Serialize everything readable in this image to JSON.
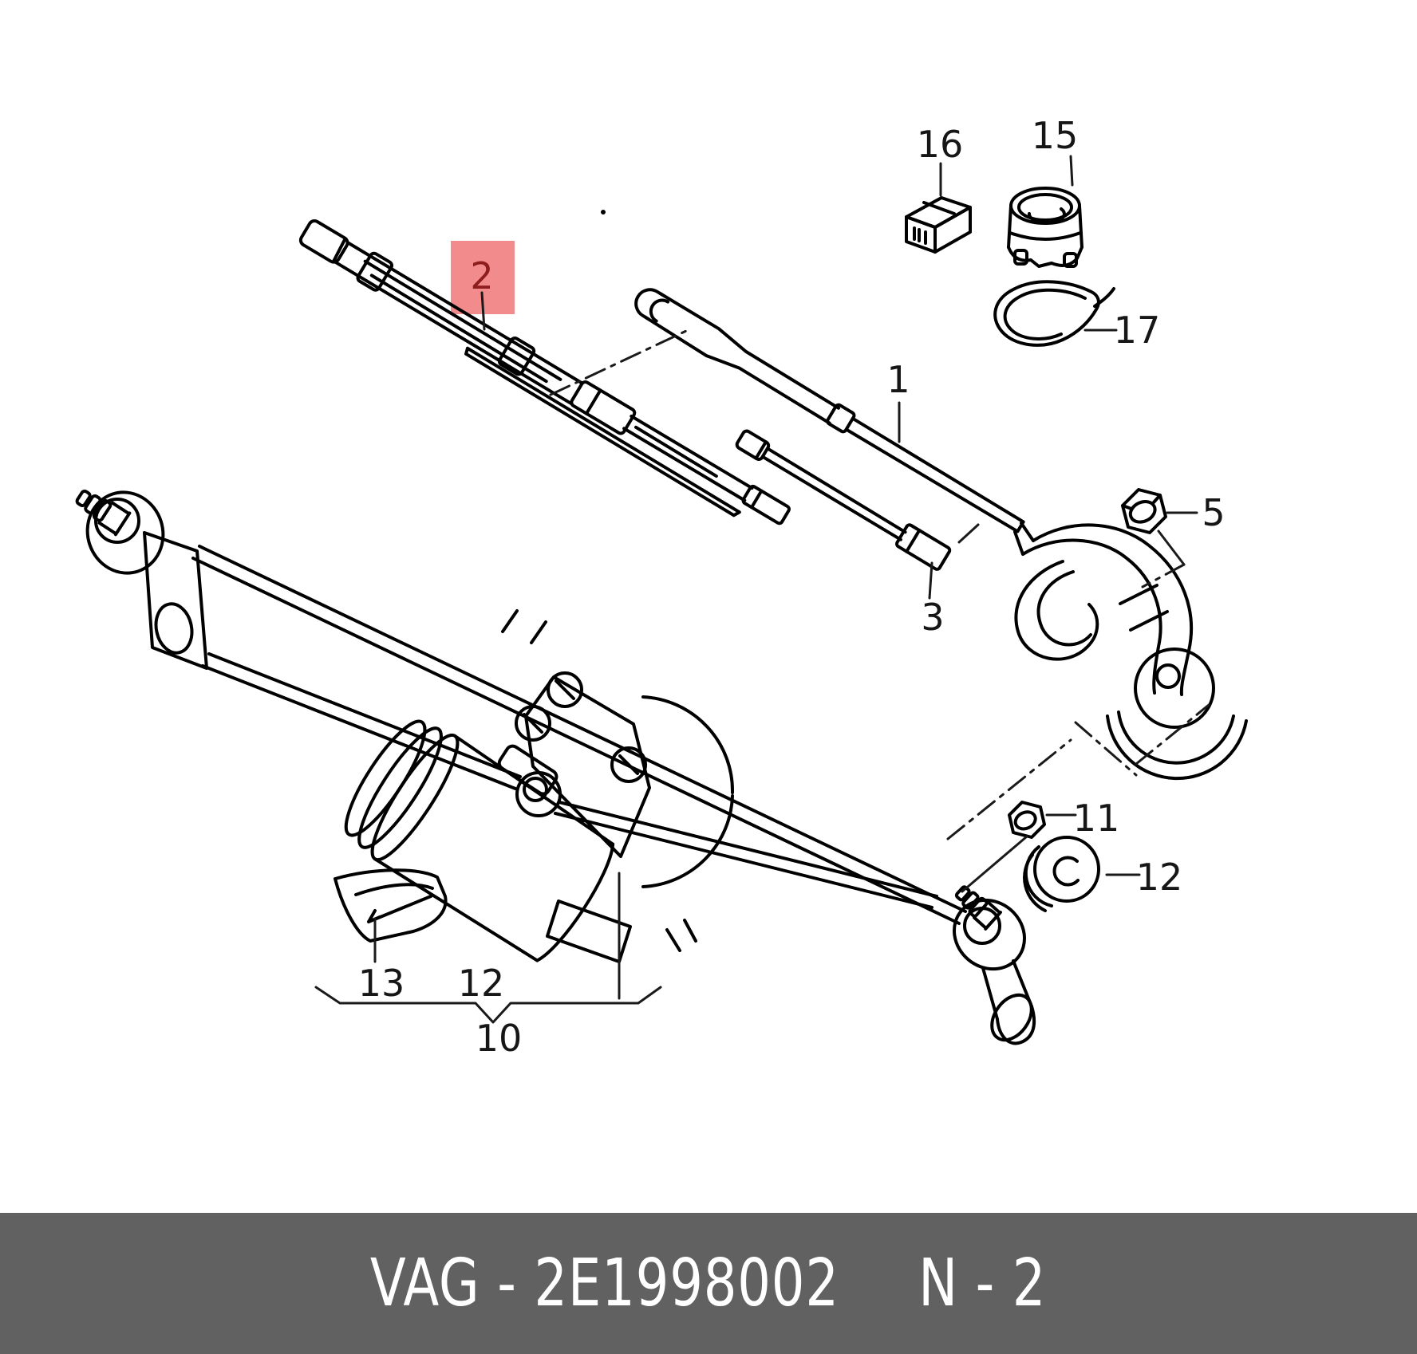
{
  "diagram": {
    "highlight": {
      "color": "#f28b8b",
      "label_color": "#8e1e1e"
    },
    "callouts": {
      "arm": "1",
      "blade": "2",
      "rubber": "3",
      "arm_nut": "5",
      "assembly": "10",
      "spindle_nut": "11",
      "grommet": "12",
      "motor": "12",
      "clip": "13",
      "cap": "15",
      "connector": "16",
      "seal": "17"
    }
  },
  "footer": {
    "catalog_code": "VAG - 2E1998002",
    "page_ref": "N - 2",
    "background": "#616161",
    "text_color": "#ffffff"
  }
}
